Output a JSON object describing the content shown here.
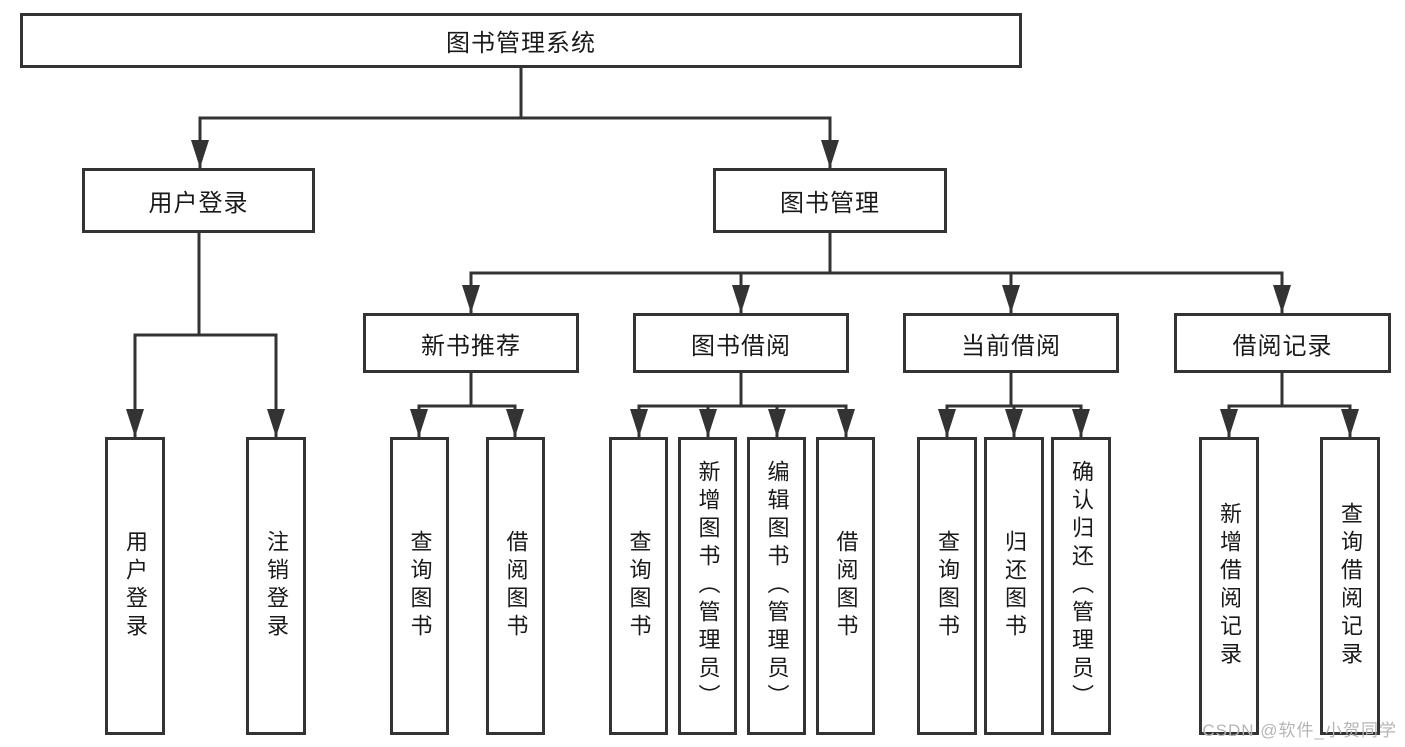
{
  "tree": {
    "root": "图书管理系统",
    "branches": [
      {
        "label": "用户登录",
        "children": [
          "用户登录",
          "注销登录"
        ]
      },
      {
        "label": "图书管理",
        "children": [
          {
            "label": "新书推荐",
            "children": [
              "查询图书",
              "借阅图书"
            ]
          },
          {
            "label": "图书借阅",
            "children": [
              "查询图书",
              "新增图书（管理员）",
              "编辑图书（管理员）",
              "借阅图书"
            ]
          },
          {
            "label": "当前借阅",
            "children": [
              "查询图书",
              "归还图书",
              "确认归还（管理员）"
            ]
          },
          {
            "label": "借阅记录",
            "children": [
              "新增借阅记录",
              "查询借阅记录"
            ]
          }
        ]
      }
    ]
  },
  "watermark": "CSDN @软件_小贺同学",
  "colors": {
    "line": "#333333",
    "text": "#1a1a1a",
    "watermark": "#b5b5b5",
    "background": "#ffffff"
  }
}
